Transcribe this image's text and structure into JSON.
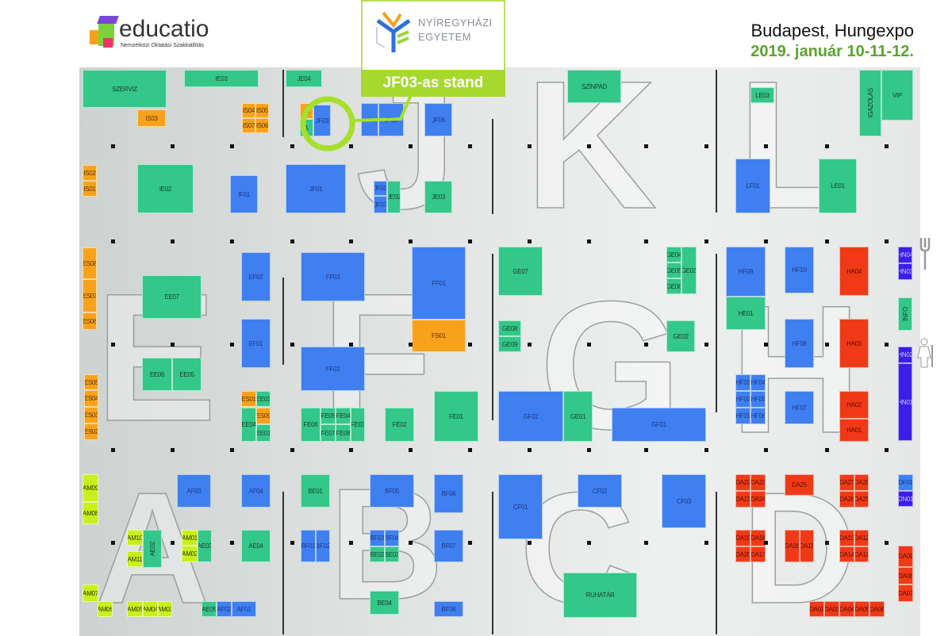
{
  "header": {
    "logo_brand": "educatio",
    "logo_subtitle": "Nemzetközi Oktatási Szakkiállítás",
    "city": "Budapest, Hungexpo",
    "date": "2019. január 10-11-12."
  },
  "callout": {
    "university_line1": "NYÍREGYHÁZI",
    "university_line2": "EGYETEM",
    "stand_label": "JF03-as stand",
    "highlight_color": "#a6d92e"
  },
  "halls": [
    "J",
    "K",
    "L",
    "E",
    "F",
    "G",
    "H",
    "A",
    "B",
    "C",
    "D"
  ],
  "colors": {
    "green": "#33c78a",
    "blue": "#3f7ff0",
    "orange": "#f8a21c",
    "red": "#f03a17",
    "lime": "#c8f01a",
    "purple": "#3b1ee8"
  },
  "stands": [
    {
      "label": "SZERVIZ",
      "type": "g"
    },
    {
      "label": "IE03",
      "type": "g"
    },
    {
      "label": "JE04",
      "type": "g"
    },
    {
      "label": "IS03",
      "type": "o"
    },
    {
      "label": "IS04",
      "type": "o"
    },
    {
      "label": "IS05",
      "type": "o"
    },
    {
      "label": "IS07",
      "type": "o"
    },
    {
      "label": "IS06",
      "type": "o"
    },
    {
      "label": "IS",
      "type": "o"
    },
    {
      "label": "1",
      "type": "g"
    },
    {
      "label": "JF03",
      "type": "b"
    },
    {
      "label": "",
      "type": "b"
    },
    {
      "label": "JF05",
      "type": "b"
    },
    {
      "label": "JF06",
      "type": "b"
    },
    {
      "label": "IS02",
      "type": "o"
    },
    {
      "label": "IS01",
      "type": "o"
    },
    {
      "label": "IE02",
      "type": "g"
    },
    {
      "label": "IF01",
      "type": "b"
    },
    {
      "label": "JF01",
      "type": "b"
    },
    {
      "label": "JF02",
      "type": "b"
    },
    {
      "label": "JF07",
      "type": "b"
    },
    {
      "label": "JE02",
      "type": "g"
    },
    {
      "label": "JE03",
      "type": "g"
    },
    {
      "label": "SZÍNPAD",
      "type": "g"
    },
    {
      "label": "LE03",
      "type": "g"
    },
    {
      "label": "IGAZOLÁS",
      "type": "g"
    },
    {
      "label": "VIP",
      "type": "g"
    },
    {
      "label": "LF01",
      "type": "b"
    },
    {
      "label": "LE01",
      "type": "g"
    },
    {
      "label": "ES08",
      "type": "o"
    },
    {
      "label": "ES07",
      "type": "o"
    },
    {
      "label": "ES06",
      "type": "o"
    },
    {
      "label": "EE07",
      "type": "g"
    },
    {
      "label": "EF02",
      "type": "b"
    },
    {
      "label": "EF01",
      "type": "b"
    },
    {
      "label": "EE06",
      "type": "g"
    },
    {
      "label": "EE05",
      "type": "g"
    },
    {
      "label": "ES05",
      "type": "o"
    },
    {
      "label": "ES04",
      "type": "o"
    },
    {
      "label": "ES03",
      "type": "o"
    },
    {
      "label": "ES02",
      "type": "o"
    },
    {
      "label": "ES01",
      "type": "o"
    },
    {
      "label": "EE03",
      "type": "g"
    },
    {
      "label": "EE04",
      "type": "g"
    },
    {
      "label": "ES09",
      "type": "o"
    },
    {
      "label": "EE01",
      "type": "g"
    },
    {
      "label": "FF03",
      "type": "b"
    },
    {
      "label": "FF01",
      "type": "b"
    },
    {
      "label": "FS01",
      "type": "o"
    },
    {
      "label": "FF02",
      "type": "b"
    },
    {
      "label": "FE06",
      "type": "g"
    },
    {
      "label": "FE05",
      "type": "g"
    },
    {
      "label": "FE04",
      "type": "g"
    },
    {
      "label": "FE07",
      "type": "g"
    },
    {
      "label": "FE08",
      "type": "g"
    },
    {
      "label": "FE03",
      "type": "g"
    },
    {
      "label": "FE02",
      "type": "g"
    },
    {
      "label": "FE01",
      "type": "g"
    },
    {
      "label": "GE07",
      "type": "g"
    },
    {
      "label": "GE04",
      "type": "g"
    },
    {
      "label": "GE05",
      "type": "g"
    },
    {
      "label": "GE06",
      "type": "g"
    },
    {
      "label": "GE03",
      "type": "g"
    },
    {
      "label": "GE08",
      "type": "g"
    },
    {
      "label": "GE09",
      "type": "g"
    },
    {
      "label": "GE02",
      "type": "g"
    },
    {
      "label": "GF02",
      "type": "b"
    },
    {
      "label": "GE01",
      "type": "g"
    },
    {
      "label": "GF01",
      "type": "b"
    },
    {
      "label": "HF09",
      "type": "b"
    },
    {
      "label": "HE01",
      "type": "g"
    },
    {
      "label": "HF10",
      "type": "b"
    },
    {
      "label": "HF08",
      "type": "b"
    },
    {
      "label": "HF03",
      "type": "b"
    },
    {
      "label": "HF04",
      "type": "b"
    },
    {
      "label": "HF02",
      "type": "b"
    },
    {
      "label": "HF05",
      "type": "b"
    },
    {
      "label": "HF01",
      "type": "b"
    },
    {
      "label": "HF06",
      "type": "b"
    },
    {
      "label": "HF07",
      "type": "b"
    },
    {
      "label": "HA04",
      "type": "r"
    },
    {
      "label": "HA03",
      "type": "r"
    },
    {
      "label": "HA02",
      "type": "r"
    },
    {
      "label": "HA01",
      "type": "r"
    },
    {
      "label": "HN04",
      "type": "p"
    },
    {
      "label": "HN03",
      "type": "p"
    },
    {
      "label": "INFO",
      "type": "g"
    },
    {
      "label": "HN02",
      "type": "p"
    },
    {
      "label": "HN01",
      "type": "p"
    },
    {
      "label": "AM09",
      "type": "l"
    },
    {
      "label": "AM08",
      "type": "l"
    },
    {
      "label": "AF03",
      "type": "b"
    },
    {
      "label": "AF04",
      "type": "b"
    },
    {
      "label": "AM10",
      "type": "l"
    },
    {
      "label": "AM11",
      "type": "l"
    },
    {
      "label": "AE02",
      "type": "g"
    },
    {
      "label": "AM01",
      "type": "l"
    },
    {
      "label": "AM02",
      "type": "l"
    },
    {
      "label": "AE03",
      "type": "g"
    },
    {
      "label": "AE04",
      "type": "g"
    },
    {
      "label": "AM07",
      "type": "l"
    },
    {
      "label": "AM06",
      "type": "l"
    },
    {
      "label": "AM05",
      "type": "l"
    },
    {
      "label": "AM04",
      "type": "l"
    },
    {
      "label": "AM03",
      "type": "l"
    },
    {
      "label": "AE05",
      "type": "g"
    },
    {
      "label": "AF02",
      "type": "b"
    },
    {
      "label": "AF01",
      "type": "b"
    },
    {
      "label": "BE01",
      "type": "g"
    },
    {
      "label": "BF05",
      "type": "b"
    },
    {
      "label": "BF06",
      "type": "b"
    },
    {
      "label": "BF01",
      "type": "b"
    },
    {
      "label": "BF02",
      "type": "b"
    },
    {
      "label": "BF03",
      "type": "b"
    },
    {
      "label": "BF04",
      "type": "b"
    },
    {
      "label": "BE02",
      "type": "g"
    },
    {
      "label": "BE03",
      "type": "g"
    },
    {
      "label": "BF07",
      "type": "b"
    },
    {
      "label": "BE04",
      "type": "g"
    },
    {
      "label": "BF08",
      "type": "b"
    },
    {
      "label": "CF01",
      "type": "b"
    },
    {
      "label": "CF02",
      "type": "b"
    },
    {
      "label": "CF03",
      "type": "b"
    },
    {
      "label": "RUHATÁR",
      "type": "g"
    },
    {
      "label": "DA22",
      "type": "r"
    },
    {
      "label": "DA23",
      "type": "r"
    },
    {
      "label": "DA21",
      "type": "r"
    },
    {
      "label": "DA24",
      "type": "r"
    },
    {
      "label": "DA25",
      "type": "r"
    },
    {
      "label": "DA27",
      "type": "r"
    },
    {
      "label": "DA28",
      "type": "r"
    },
    {
      "label": "DA26",
      "type": "r"
    },
    {
      "label": "DA29",
      "type": "r"
    },
    {
      "label": "DF01",
      "type": "b"
    },
    {
      "label": "DN01",
      "type": "p"
    },
    {
      "label": "DA19",
      "type": "r"
    },
    {
      "label": "DA18",
      "type": "r"
    },
    {
      "label": "DA20",
      "type": "r"
    },
    {
      "label": "DA17",
      "type": "r"
    },
    {
      "label": "DA16",
      "type": "r"
    },
    {
      "label": "DA15",
      "type": "r"
    },
    {
      "label": "DA13",
      "type": "r"
    },
    {
      "label": "DA12",
      "type": "r"
    },
    {
      "label": "DA14",
      "type": "r"
    },
    {
      "label": "DA11",
      "type": "r"
    },
    {
      "label": "DA09",
      "type": "r"
    },
    {
      "label": "DA08",
      "type": "r"
    },
    {
      "label": "DA07",
      "type": "r"
    },
    {
      "label": "DA02",
      "type": "r"
    },
    {
      "label": "DA03",
      "type": "r"
    },
    {
      "label": "DA04",
      "type": "r"
    },
    {
      "label": "DA05",
      "type": "r"
    },
    {
      "label": "DA06",
      "type": "r"
    }
  ]
}
